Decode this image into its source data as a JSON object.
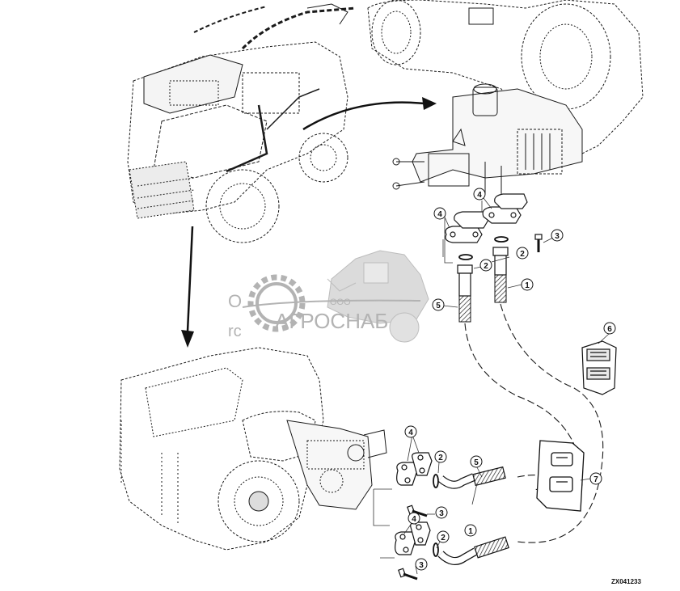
{
  "figure": {
    "id": "ZX041233",
    "callouts": [
      {
        "label": "1"
      },
      {
        "label": "1"
      },
      {
        "label": "2"
      },
      {
        "label": "2"
      },
      {
        "label": "2"
      },
      {
        "label": "2"
      },
      {
        "label": "3"
      },
      {
        "label": "3"
      },
      {
        "label": "3"
      },
      {
        "label": "4"
      },
      {
        "label": "4"
      },
      {
        "label": "4"
      },
      {
        "label": "4"
      },
      {
        "label": "5"
      },
      {
        "label": "5"
      },
      {
        "label": "6"
      },
      {
        "label": "7"
      }
    ]
  },
  "watermark": {
    "company_prefix": "ООО",
    "company_name": "АГРОСНАБ",
    "partial_text_1": "О",
    "partial_text_2": "rc"
  },
  "colors": {
    "line": "#1a1a1a",
    "watermark": "#9a9a9a"
  }
}
